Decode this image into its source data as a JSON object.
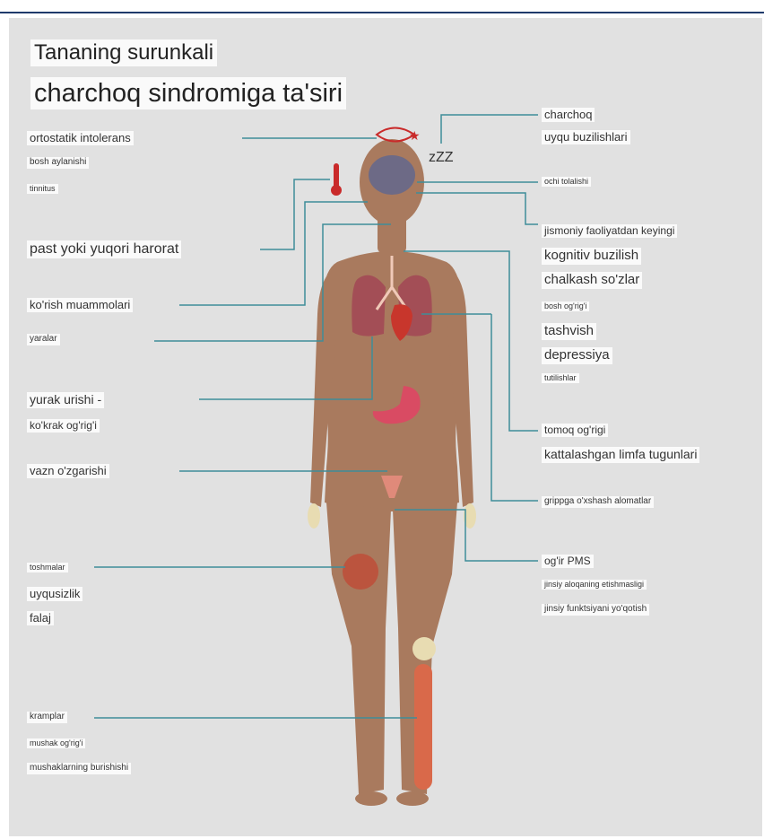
{
  "title": {
    "line1": "Tananing surunkali",
    "line2": "charchoq sindromiga ta'siri"
  },
  "labels": {
    "left": [
      "ortostatik intolerans",
      "bosh aylanishi",
      "tinnitus",
      "past yoki yuqori harorat",
      "ko'rish muammolari",
      "yaralar",
      "yurak urishi -",
      "ko'krak og'rig'i",
      "vazn o'zgarishi",
      "toshmalar",
      "uyqusizlik",
      "falaj",
      "kramplar",
      "mushak og'rig'i",
      "mushaklarning burishishi"
    ],
    "right": [
      "charchoq",
      "uyqu buzilishlari",
      "ochi tolalishi",
      "jismoniy faoliyatdan keyingi",
      "kognitiv buzilish",
      "chalkash so'zlar",
      "bosh og'rig'i",
      "tashvish",
      "depressiya",
      "tutilishlar",
      "tomoq og'rigi",
      "kattalashgan limfa tugunlari",
      "grippga o'xshash alomatlar",
      "og'ir PMS",
      "jinsiy aloqaning etishmasligi",
      "jinsiy funktsiyani yo'qotish"
    ]
  },
  "sleep_symbol": "zZZ",
  "colors": {
    "background": "#e1e1e1",
    "label_bg": "#fafafa",
    "skin": "#a97a5e",
    "connector": "#3f8d99",
    "brain": "#6d6a86",
    "lungs": "#a34e56",
    "heart": "#c8362c",
    "stomach": "#d94b63",
    "accent_red": "#c92a2a",
    "muscle": "#d9694a",
    "knee": "#e8dcb2"
  }
}
